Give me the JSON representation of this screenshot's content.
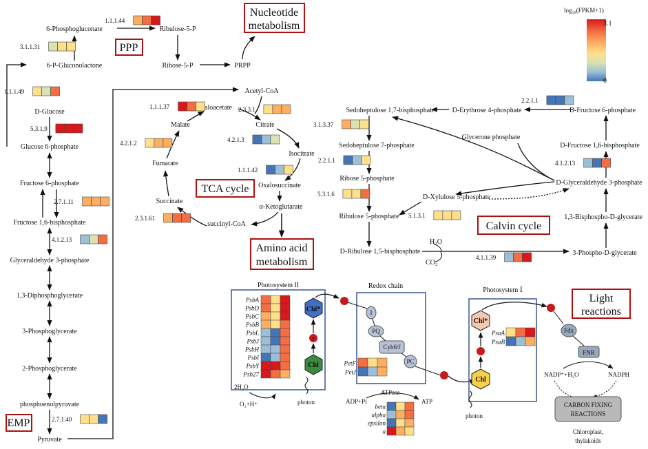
{
  "legend": {
    "title": "log₁₀(FPKM+1)",
    "max": "3.1",
    "min": "0",
    "gradient": [
      "#d7191c",
      "#f46d43",
      "#fdae61",
      "#fee08b",
      "#d9e3b0",
      "#9cbfd8",
      "#4575b4"
    ]
  },
  "boxes": {
    "nucleotide": [
      "Nucleotide",
      "metabolism"
    ],
    "ppp": "PPP",
    "tca": "TCA cycle",
    "amino": [
      "Amino acid",
      "metabolism"
    ],
    "calvin": "Calvin cycle",
    "emp": "EMP",
    "light": [
      "Light",
      "reactions"
    ],
    "carbon": [
      "CARBON FIXING",
      "REACTIONS"
    ]
  },
  "metabolites": {
    "pgluconate": "6-Phosphogluconate",
    "ribulose5p_top": "Ribulose-5-P",
    "ribose5p_top": "Ribose-5-P",
    "prpp": "PRPP",
    "pgl": "6-P-Gluconolactone",
    "dglucose": "D-Glucose",
    "g6p": "Glucose 6-phosphate",
    "f6p": "Fructose 6-phosphate",
    "fbp": "Fructose 1,6-bisphosphate",
    "g3p": "Glyceraldehyde 3-phosphate",
    "bpg": "1,3-Diphosphoglycerate",
    "pg3": "3-Phosphoglycerate",
    "pg2": "2-Phosphoglycerate",
    "pep": "phosphoenolpyruvate",
    "pyruvate": "Pyruvate",
    "acetylcoa": "Acetyl-CoA",
    "oxaloacetate": "oxaloacetate",
    "citrate": "Citrate",
    "isocitrate": "Isocitrate",
    "oxalosuccinate": "Oxalosuccinate",
    "akg": "α-Ketoglutarate",
    "succinylcoa": "succinyl-CoA",
    "succinate": "Succinate",
    "fumarate": "Fumarate",
    "malate": "Malate",
    "sbp": "Sedoheptulose 1,7-bisphosphate",
    "s7p": "Sedoheptulose 7-phosphate",
    "r5p": "Ribose 5-phosphate",
    "ru5p": "Ribulose 5-phosphate",
    "rubp": "D-Ribulose 1,5-bisphosphate",
    "e4p": "D-Erythrose 4-phosphate",
    "cf6p": "D-Fructose 6-phosphate",
    "cfbp": "D-Fructose 1,6-bisphosphate",
    "gap": "D-Glyceraldehyde 3-phosphate",
    "bpdg": "1,3-Bisphospho-D-glycerate",
    "pdg3": "3-Phospho-D-glycerate",
    "xu5p": "D-Xylulose 5-phosphate",
    "glycerone": "Glycerone phosphate",
    "h2o": "H₂O",
    "co2": "CO₂"
  },
  "enzymes": [
    {
      "id": "1.1.1.44",
      "colors": [
        "#fdae61",
        "#f46d43",
        "#d7191c"
      ]
    },
    {
      "id": "3.1.1.31",
      "colors": [
        "#d9e3b0",
        "#fee08b",
        "#fee08b"
      ]
    },
    {
      "id": "1.1.1.49",
      "colors": [
        "#fee08b",
        "#d9e3b0",
        "#f46d43"
      ]
    },
    {
      "id": "5.3.1.9",
      "colors": [
        "#d7191c",
        "#d7191c",
        "#d7191c"
      ]
    },
    {
      "id": "2.7.1.11",
      "colors": [
        "#fdae61",
        "#fdae61",
        "#fdae61"
      ]
    },
    {
      "id": "4.1.2.13",
      "colors": [
        "#9cbfd8",
        "#d9e3b0",
        "#f46d43"
      ]
    },
    {
      "id": "2.7.1.40",
      "colors": [
        "#fee08b",
        "#fee08b",
        "#4575b4"
      ]
    },
    {
      "id": "1.1.1.37",
      "colors": [
        "#d7191c",
        "#f46d43",
        "#fee08b"
      ]
    },
    {
      "id": "2.3.3.1",
      "colors": [
        "#fee08b",
        "#fdae61",
        "#fdae61"
      ]
    },
    {
      "id": "4.2.1.2",
      "colors": [
        "#fee08b",
        "#fdae61",
        "#fdae61"
      ]
    },
    {
      "id": "4.2.1.3",
      "colors": [
        "#4575b4",
        "#9cbfd8",
        "#d9e3b0"
      ]
    },
    {
      "id": "1.1.1.42",
      "colors": [
        "#4575b4",
        "#9cbfd8",
        "#fee08b"
      ]
    },
    {
      "id": "2.3.1.61",
      "colors": [
        "#fdae61",
        "#f46d43",
        "#f46d43"
      ]
    },
    {
      "id": "3.1.3.37",
      "colors": [
        "#fdae61",
        "#d9e3b0",
        "#fee08b"
      ]
    },
    {
      "id": "2.2.1.1",
      "colors": [
        "#4575b4",
        "#9cbfd8",
        "#fee08b"
      ]
    },
    {
      "id": "5.3.1.6",
      "colors": [
        "#fee08b",
        "#fee08b",
        "#f46d43"
      ]
    },
    {
      "id": "5.1.3.1",
      "colors": [
        "#fee08b",
        "#fee08b",
        "#fee08b"
      ]
    },
    {
      "id": "4.1.1.39",
      "colors": [
        "#9cbfd8",
        "#f46d43",
        "#d7191c"
      ]
    },
    {
      "id": "2.2.1.1",
      "colors": [
        "#4575b4",
        "#4575b4",
        "#9cbfd8"
      ]
    },
    {
      "id": "4.1.2.13",
      "colors": [
        "#9cbfd8",
        "#4575b4",
        "#f46d43"
      ]
    }
  ],
  "photosystem2": {
    "title": "Photosystem II",
    "genes": [
      "PsbA",
      "PsbD",
      "PsbC",
      "PsbB",
      "PsbL",
      "PsbJ",
      "PsbH",
      "PsbI",
      "PsbY",
      "Psb27"
    ],
    "colors": [
      [
        "#f46d43",
        "#fee08b",
        "#d7191c"
      ],
      [
        "#f46d43",
        "#fee08b",
        "#d7191c"
      ],
      [
        "#fdae61",
        "#fee08b",
        "#d7191c"
      ],
      [
        "#fdae61",
        "#fee08b",
        "#f46d43"
      ],
      [
        "#9cbfd8",
        "#4575b4",
        "#f46d43"
      ],
      [
        "#9cbfd8",
        "#4575b4",
        "#f46d43"
      ],
      [
        "#9cbfd8",
        "#9cbfd8",
        "#f46d43"
      ],
      [
        "#4575b4",
        "#9cbfd8",
        "#f46d43"
      ],
      [
        "#d7191c",
        "#d7191c",
        "#f46d43"
      ],
      [
        "#d7191c",
        "#f46d43",
        "#fdae61"
      ]
    ],
    "chl_star": "Chl*",
    "chl": "Chl",
    "e": "e",
    "water": "2H₂O",
    "oxygen": "O₂+H⁺",
    "photon": "photon"
  },
  "redox": {
    "title": "Redox chain",
    "nodes": [
      "I",
      "PQ",
      "Cyb6/f",
      "PC"
    ],
    "genes": [
      "PetF",
      "PetJ"
    ],
    "colors": [
      [
        "#f46d43",
        "#fee08b",
        "#fdae61"
      ],
      [
        "#4575b4",
        "#9cbfd8",
        "#fdae61"
      ]
    ],
    "atpase": "ATPase",
    "adp": "ADP+Pi",
    "atp": "ATP",
    "atp_genes": [
      "beta",
      "alpha",
      "epsilon",
      "a"
    ],
    "atp_colors": [
      [
        "#4575b4",
        "#fee08b",
        "#f46d43"
      ],
      [
        "#9cbfd8",
        "#fdae61",
        "#f46d43"
      ],
      [
        "#4575b4",
        "#fee08b",
        "#fdae61"
      ],
      [
        "#d7191c",
        "#fdae61",
        "#fee08b"
      ]
    ]
  },
  "photosystem1": {
    "title": "Photosystem Ⅰ",
    "genes": [
      "PsaA",
      "PsaB"
    ],
    "colors": [
      [
        "#fee08b",
        "#f46d43",
        "#d7191c"
      ],
      [
        "#4575b4",
        "#9cbfd8",
        "#fdae61"
      ]
    ],
    "chl_star": "Chl*",
    "chl": "Chl",
    "photon": "photon",
    "fdx": "Fdx",
    "fnr": "FNR",
    "nadp": "NADP⁺+H₂O",
    "nadph": "NADPH",
    "chloroplast": [
      "Chloroplast,",
      "thylakoids"
    ]
  }
}
